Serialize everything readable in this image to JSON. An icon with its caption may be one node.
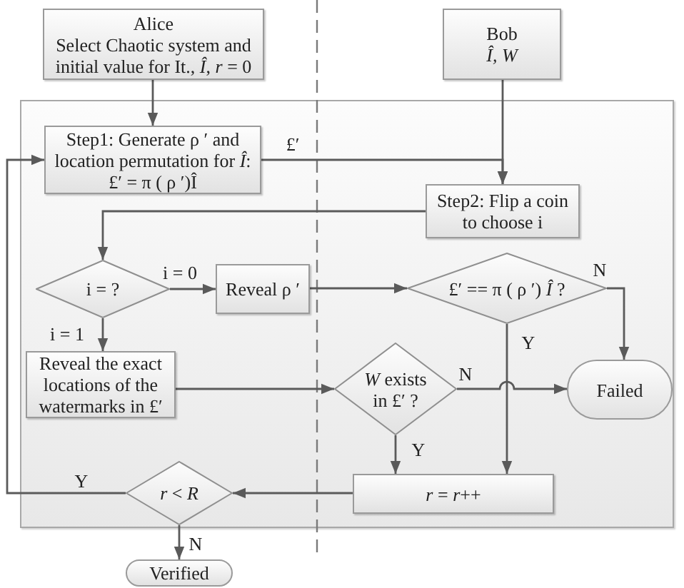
{
  "diagram": {
    "nodes": [
      {
        "text": [
          "Alice",
          "Select Chaotic system and initial value for It., *Î*, *r* = 0"
        ]
      },
      {
        "text": [
          "Bob",
          "Î, W"
        ]
      },
      {
        "text": [],
        "shape": "box"
      },
      {
        "text": [
          "Step1: Generate ρ ′ and location permutation for *Î*: £′ = π ( ρ ′)Î"
        ],
        "in": 2
      },
      {
        "text": [
          "Step2: Flip a coin to choose i"
        ],
        "in": 2
      },
      {
        "text": [
          "i = ?"
        ],
        "in": 2
      },
      {
        "text": [
          "Reveal ρ ′"
        ],
        "in": 2
      },
      {
        "text": [
          "£′ == π ( ρ ′) *Î* ?"
        ],
        "in": 2
      },
      {
        "text": [
          "Reveal the exact locations of the watermarks in £′"
        ],
        "in": 2
      },
      {
        "text": [
          "*W* exists in £′ ?"
        ],
        "in": 2
      },
      {
        "text": [
          "Failed"
        ],
        "in": 2
      },
      {
        "text": [
          "*r* = *r*++"
        ],
        "in": 2
      },
      {
        "text": [
          "*r* < *R*"
        ],
        "in": 2
      },
      {
        "text": [
          "Verified"
        ]
      }
    ],
    "edges": [
      {
        "from": 0,
        "to": 3,
        "arrow": "to"
      },
      {
        "from": 1,
        "to": 4,
        "arrow": "to"
      },
      {
        "from": 3,
        "to": 4,
        "arrow": "to",
        "label": "£′"
      },
      {
        "from": 4,
        "to": 5,
        "arrow": "to"
      },
      {
        "from": 5,
        "to": 6,
        "arrow": "to",
        "label": "i = 0"
      },
      {
        "from": 5,
        "to": 8,
        "arrow": "to",
        "label": "i = 1"
      },
      {
        "from": 6,
        "to": 7,
        "arrow": "to"
      },
      {
        "from": 7,
        "to": 10,
        "arrow": "to",
        "label": "N"
      },
      {
        "from": 7,
        "to": 11,
        "arrow": "to",
        "label": "Y"
      },
      {
        "from": 8,
        "to": 9,
        "arrow": "to"
      },
      {
        "from": 9,
        "to": 10,
        "arrow": "to",
        "label": "N"
      },
      {
        "from": 9,
        "to": 11,
        "arrow": "to",
        "label": "Y"
      },
      {
        "from": 11,
        "to": 12,
        "arrow": "to"
      },
      {
        "from": 12,
        "to": 3,
        "arrow": "to",
        "label": "Y"
      },
      {
        "from": 12,
        "to": 13,
        "arrow": "to",
        "label": "N"
      }
    ]
  }
}
